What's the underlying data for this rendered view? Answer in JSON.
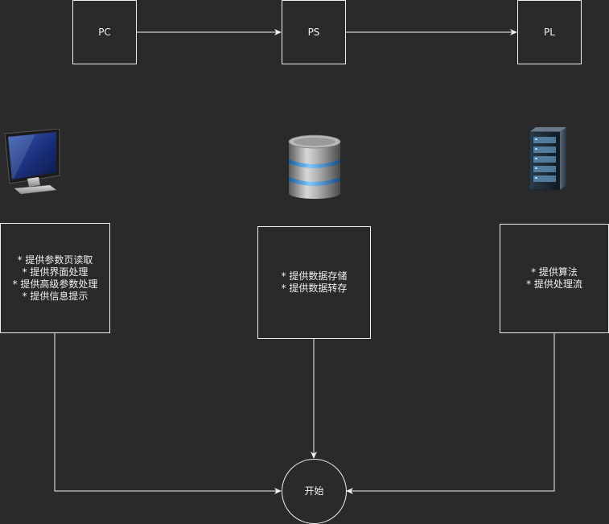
{
  "nodes": {
    "pc": {
      "label": "PC"
    },
    "ps": {
      "label": "PS"
    },
    "pl": {
      "label": "PL"
    },
    "pc_desc": [
      "* 提供参数页读取",
      "* 提供界面处理",
      "* 提供高级参数处理",
      "* 提供信息提示"
    ],
    "ps_desc": [
      "* 提供数据存储",
      "* 提供数据转存"
    ],
    "pl_desc": [
      "* 提供算法",
      "* 提供处理流"
    ],
    "start": {
      "label": "开始"
    }
  },
  "icons": {
    "pc": "monitor-icon",
    "ps": "database-icon",
    "pl": "server-rack-icon"
  },
  "colors": {
    "background": "#2a2a2a",
    "stroke": "#f0f0f0",
    "text": "#f0f0f0",
    "database_accent": "#4aa0e0"
  }
}
